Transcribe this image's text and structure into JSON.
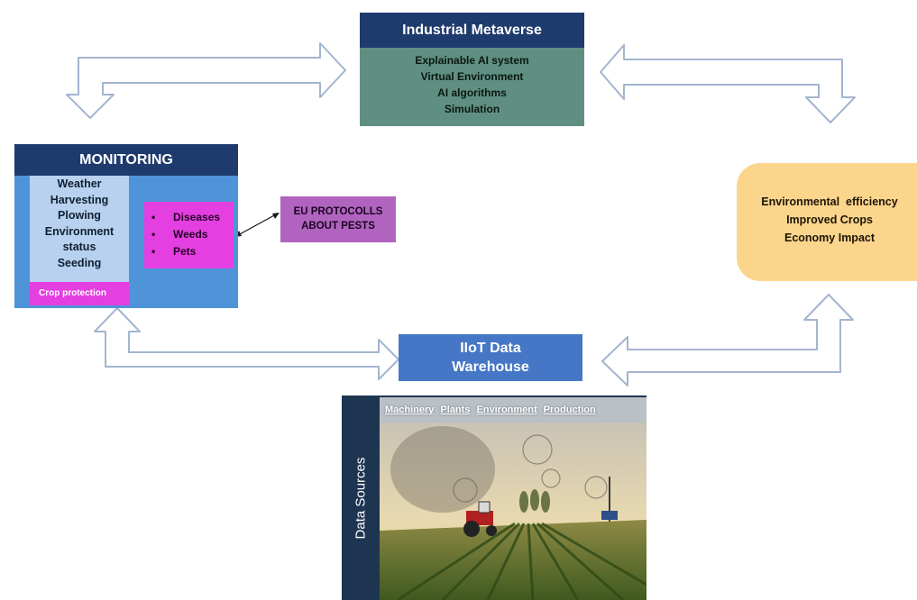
{
  "metaverse": {
    "title": "Industrial Metaverse",
    "items": [
      "Explainable AI system",
      "Virtual Environment",
      "AI algorithms",
      "Simulation"
    ]
  },
  "monitoring": {
    "title": "MONITORING",
    "items": [
      "Weather",
      "Harvesting",
      "Plowing",
      "Environment",
      "status",
      "Seeding"
    ],
    "crop_protection": "Crop protection",
    "pests": [
      "Diseases",
      "Weeds",
      "Pets"
    ],
    "bullet": "•"
  },
  "eu_protocols": [
    "EU PROTOCOLLS",
    "ABOUT PESTS"
  ],
  "outcomes": [
    "Environmental  efficiency",
    "Improved Crops",
    "Economy Impact"
  ],
  "iiot": [
    "IIoT Data",
    "Warehouse"
  ],
  "data_sources": {
    "label": "Data Sources",
    "categories": [
      "Machinery",
      "Plants",
      "Environment",
      "Production"
    ]
  },
  "colors": {
    "navy": "#1f3b6e",
    "teal": "#5f8f82",
    "monitoring_blue": "#4f93d9",
    "light_blue": "#b7d1ee",
    "magenta": "#e43fe0",
    "purple": "#b064bf",
    "peach": "#fcd58d",
    "iiot_blue": "#4677c6",
    "arrow_outline": "#a3b5cf"
  }
}
